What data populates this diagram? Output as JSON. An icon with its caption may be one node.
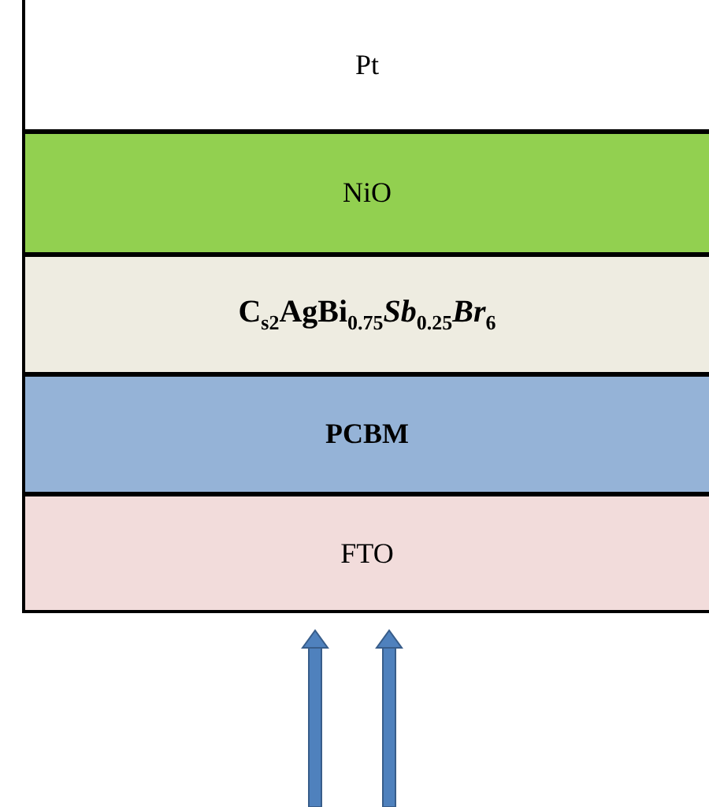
{
  "diagram": {
    "nodes": [
      {
        "text": [
          "Pt"
        ]
      },
      {
        "text": [
          "NiO"
        ]
      },
      {
        "text": [
          "C$_{s2}$AgBi$_{0.75}$*Sb*$_{0.25}$*Br*$_{6}$"
        ]
      },
      {
        "text": [
          "PCBM"
        ]
      },
      {
        "text": [
          "FTO"
        ]
      }
    ]
  }
}
